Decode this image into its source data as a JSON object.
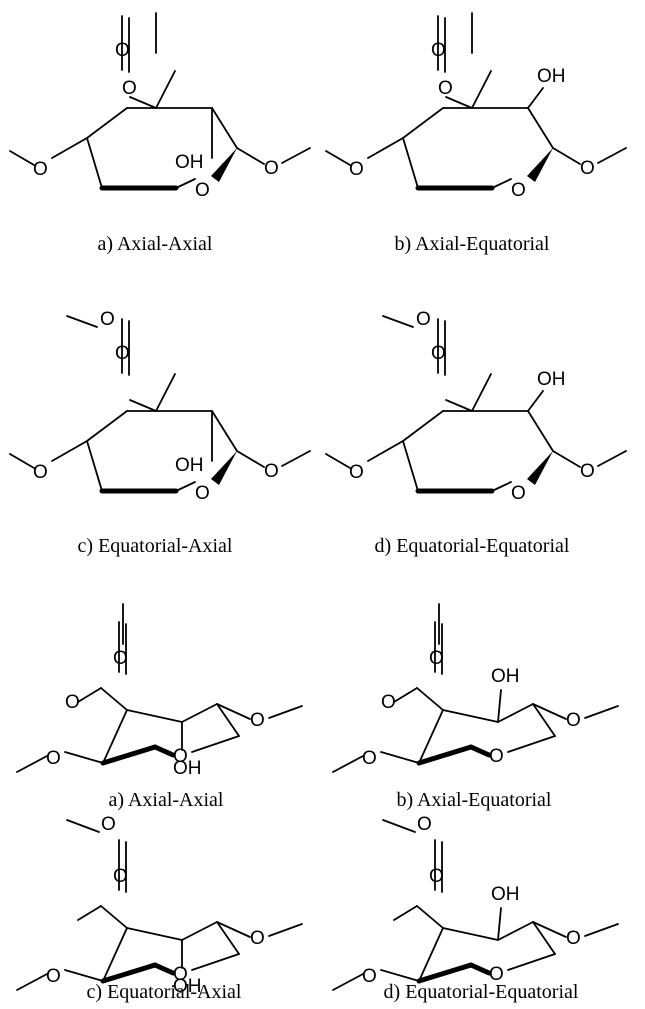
{
  "atom_labels": {
    "oxygen": "O",
    "hydroxyl": "OH"
  },
  "captions": [
    "a) Axial-Axial",
    "b) Axial-Equatorial",
    "c) Equatorial-Axial",
    "d) Equatorial-Equatorial",
    "a) Axial-Axial",
    "b) Axial-Equatorial",
    "c) Equatorial-Axial",
    "d) Equatorial-Equatorial"
  ]
}
